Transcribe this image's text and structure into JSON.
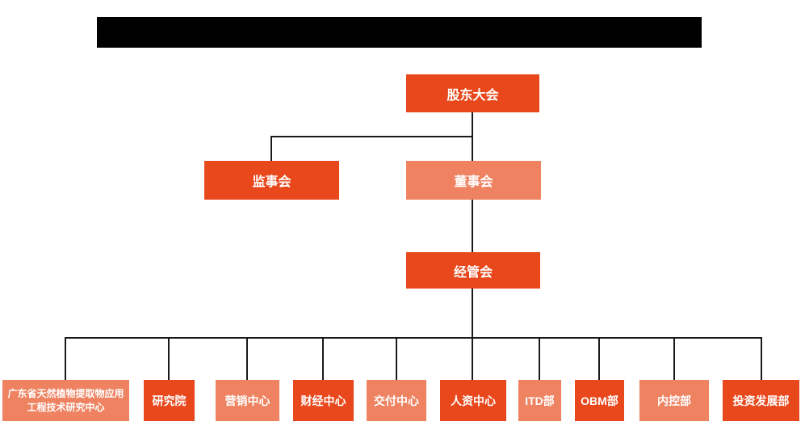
{
  "colors": {
    "primary": "#E8481C",
    "secondary": "#EE8261",
    "line": "#1A1A1A",
    "redacted_bar": "#000000",
    "text_on_box": "#FFFFFF",
    "background": "#FFFFFF"
  },
  "org_chart": {
    "root": {
      "label": "股东大会",
      "tone": "primary"
    },
    "level2": [
      {
        "label": "监事会",
        "tone": "primary"
      },
      {
        "label": "董事会",
        "tone": "secondary"
      }
    ],
    "level3": {
      "label": "经管会",
      "tone": "primary"
    },
    "departments": [
      {
        "label": "广东省天然植物提取物应用工程技术研究中心",
        "tone": "secondary"
      },
      {
        "label": "研究院",
        "tone": "primary"
      },
      {
        "label": "营销中心",
        "tone": "secondary"
      },
      {
        "label": "财经中心",
        "tone": "primary"
      },
      {
        "label": "交付中心",
        "tone": "secondary"
      },
      {
        "label": "人资中心",
        "tone": "primary"
      },
      {
        "label": "ITD部",
        "tone": "secondary"
      },
      {
        "label": "OBM部",
        "tone": "primary"
      },
      {
        "label": "内控部",
        "tone": "secondary"
      },
      {
        "label": "投资发展部",
        "tone": "primary"
      }
    ]
  }
}
